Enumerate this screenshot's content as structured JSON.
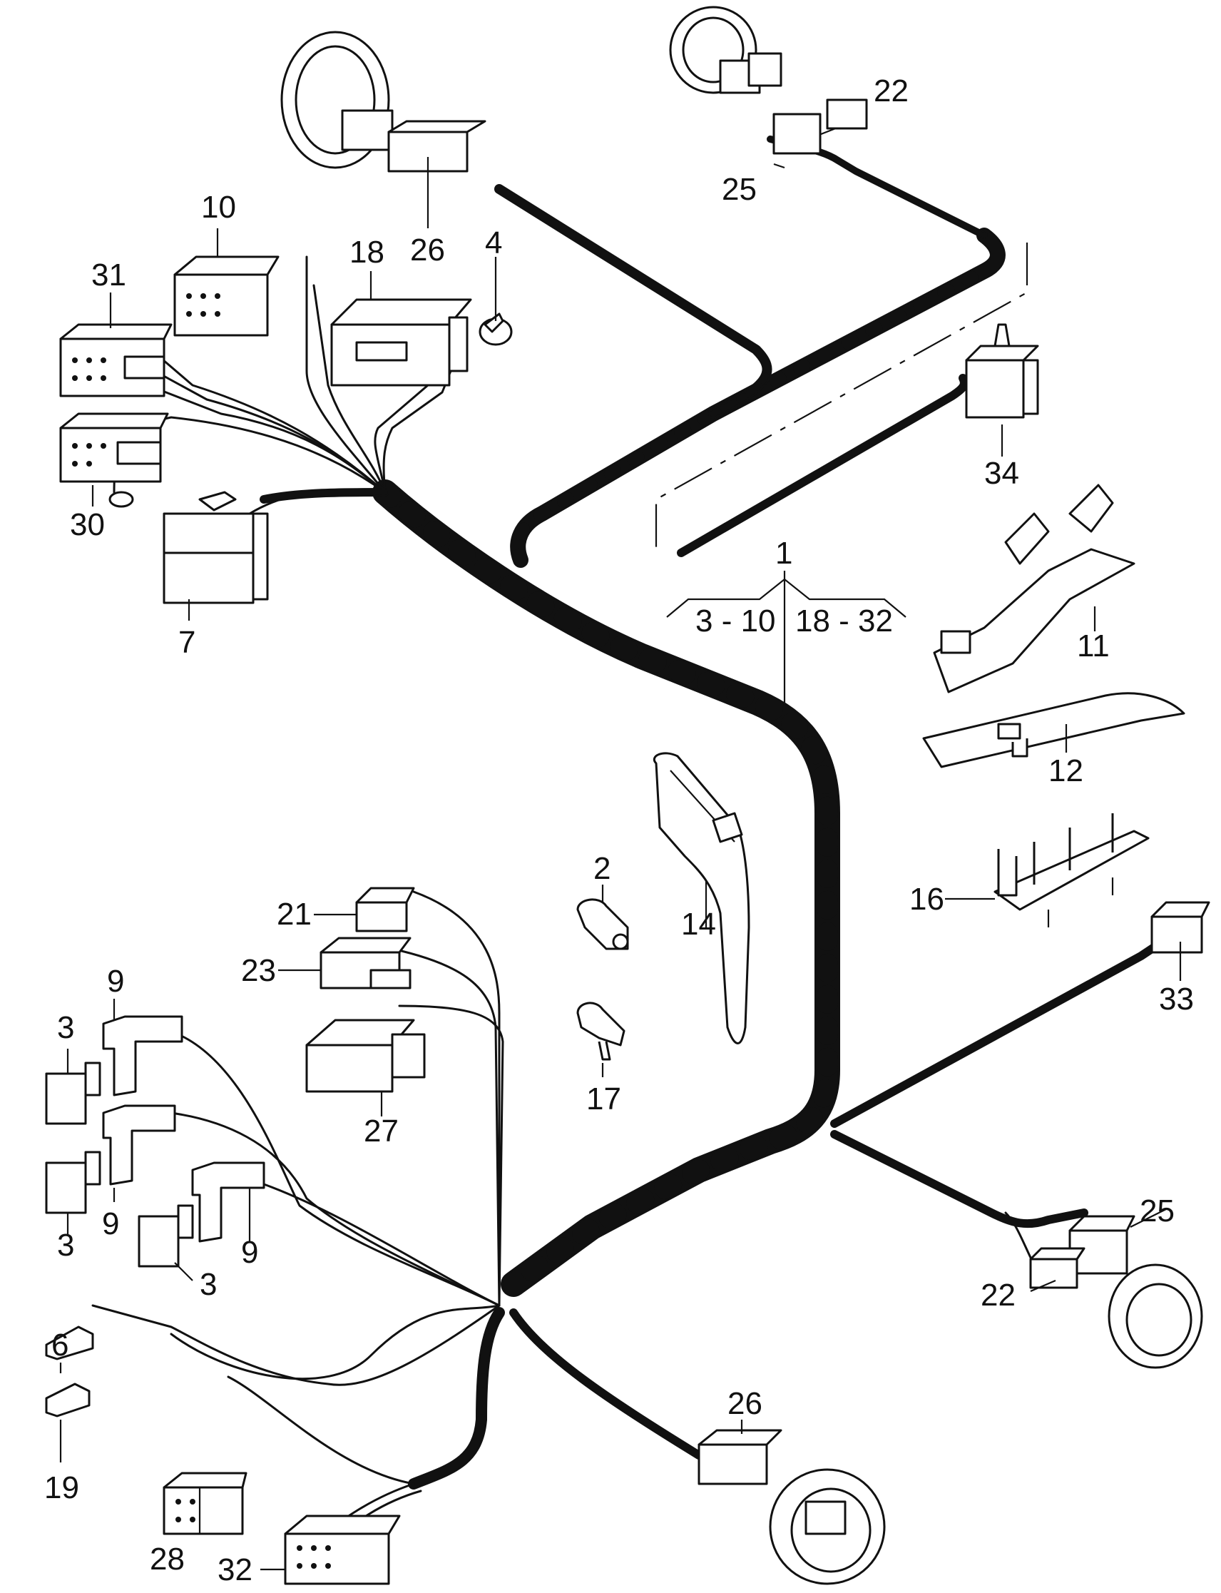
{
  "callouts": {
    "l1": "1",
    "range_a": "3 - 10",
    "range_b": "18 - 32",
    "l2": "2",
    "l3a": "3",
    "l3b": "3",
    "l3c": "3",
    "l4": "4",
    "l6": "6",
    "l7": "7",
    "l9a": "9",
    "l9b": "9",
    "l9c": "9",
    "l10": "10",
    "l11": "11",
    "l12": "12",
    "l14": "14",
    "l16": "16",
    "l17": "17",
    "l18": "18",
    "l19": "19",
    "l21": "21",
    "l22a": "22",
    "l22b": "22",
    "l23": "23",
    "l25a": "25",
    "l25b": "25",
    "l26a": "26",
    "l26b": "26",
    "l27": "27",
    "l28": "28",
    "l30": "30",
    "l31": "31",
    "l32": "32",
    "l33": "33",
    "l34": "34"
  }
}
